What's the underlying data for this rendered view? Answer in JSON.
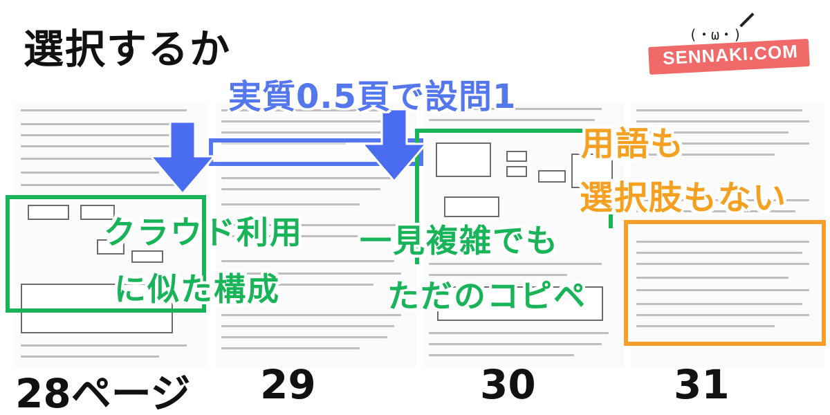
{
  "title": "選択するか",
  "logo": {
    "face": "(・ω・)",
    "text": "SENNAKI.COM"
  },
  "banner": "実質0.5頁で設問1",
  "captions": {
    "cloud_line1": "クラウド利用",
    "cloud_line2": "に似た構成",
    "complex_line1": "一見複雑でも",
    "complex_line2": "ただのコピペ",
    "terms_line1": "用語も",
    "terms_line2": "選択肢もない"
  },
  "pages": [
    "28ページ",
    "29",
    "30",
    "31"
  ],
  "colors": {
    "green": "#19b35a",
    "blue": "#5577ee",
    "orange": "#f5a020",
    "logo_bg": "#f06a6a"
  }
}
